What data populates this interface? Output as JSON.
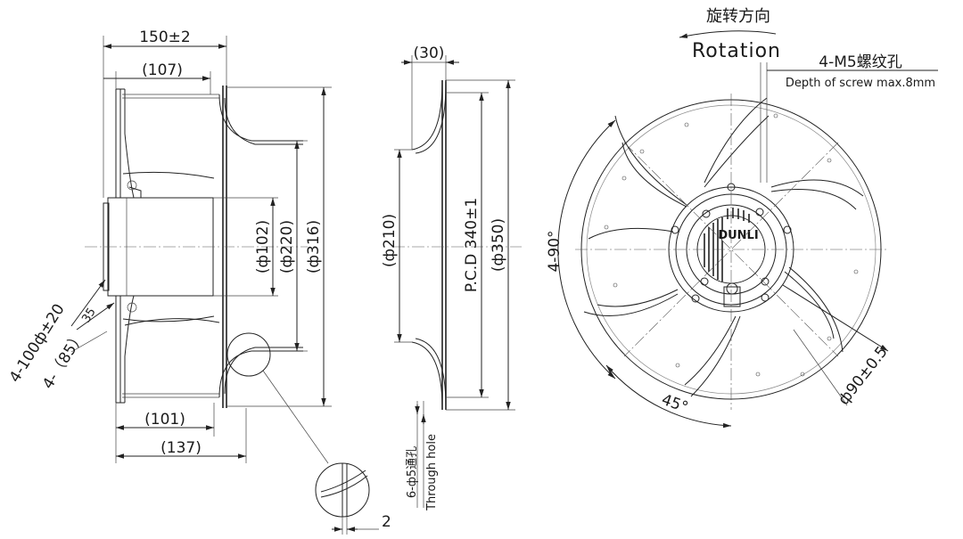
{
  "labels": {
    "overall_width": "150±2",
    "width_107": "(107)",
    "width_101": "(101)",
    "width_137": "(137)",
    "dia_102": "(ф102)",
    "dia_220": "(ф220)",
    "dia_316": "(ф316)",
    "bolt_4_100": "4-100ф±20",
    "bolt_4_85": "4-（85）",
    "small_35": "35",
    "depth_30": "(30)",
    "dia_210": "(ф210)",
    "pcd_340": "P.C.D 340±1",
    "dia_350": "(ф350)",
    "through_hole_cn": "6-ф5通孔",
    "through_hole_en": "Through hole",
    "detail_2": "2",
    "rotation_cn": "旋转方向",
    "rotation_en": "Rotation",
    "screw_cn": "4-M5螺纹孔",
    "screw_en": "Depth of screw max.8mm",
    "angle_4_90": "4-90°",
    "angle_45": "45°",
    "dia_90": "ф90±0.5",
    "brand": "DUNLI"
  }
}
